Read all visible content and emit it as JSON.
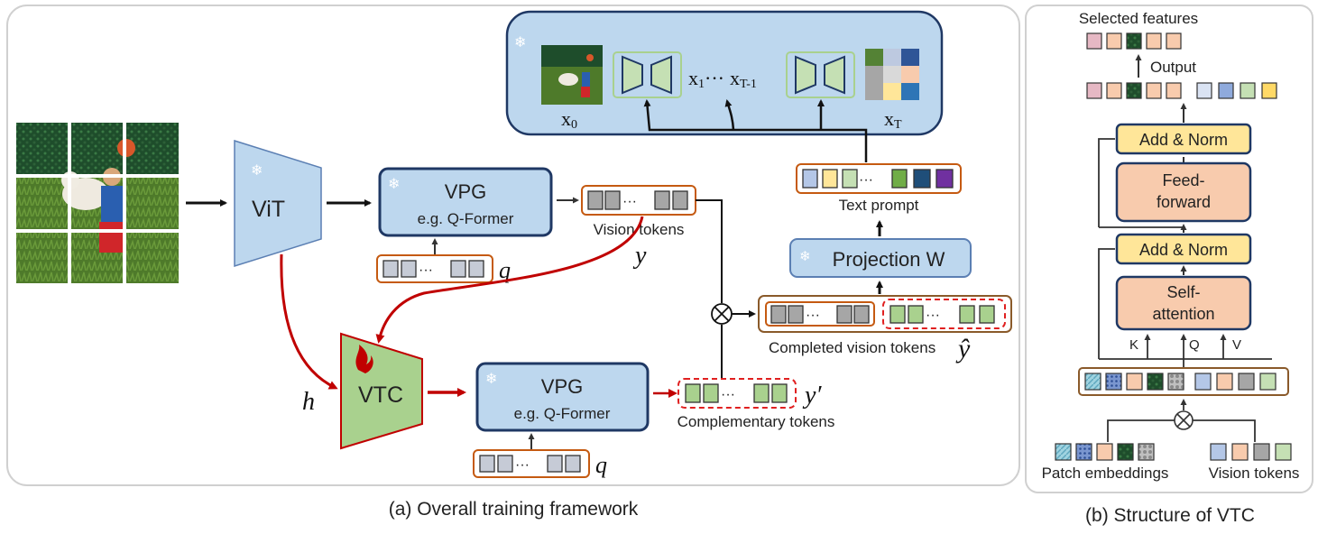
{
  "panel_a": {
    "caption": "(a) Overall training framework",
    "vit_label": "ViT",
    "vtc_label": "VTC",
    "vpg_top": {
      "title": "VPG",
      "subtitle": " e.g. Q-Former "
    },
    "vpg_bottom": {
      "title": "VPG",
      "subtitle": " e.g. Q-Former "
    },
    "query_symbol": "q",
    "h_symbol": "h",
    "vision_tokens_label": "Vision tokens",
    "y_symbol": "y",
    "complementary_label": "Complementary tokens",
    "y_prime_symbol": "y′",
    "completed_label": "Completed vision tokens",
    "y_hat_symbol": "ŷ",
    "projection_label": "Projection W",
    "text_prompt_label": "Text prompt",
    "diffusion": {
      "x0": "x",
      "x0_sub": "0",
      "x1": "x",
      "x1_sub": "1",
      "dots": "···",
      "xT1": "x",
      "xT1_sub": "T-1",
      "xT": "x",
      "xT_sub": "T"
    },
    "ellipsis": "···",
    "concat_symbol": "⊗"
  },
  "panel_b": {
    "caption": "(b) Structure of VTC",
    "selected_label": "Selected features",
    "output_label": "Output",
    "add_norm_top": "Add & Norm",
    "feed_forward": [
      "Feed-",
      "forward"
    ],
    "add_norm_bottom": "Add & Norm",
    "self_attention": [
      "Self-",
      "attention"
    ],
    "k_label": "K",
    "q_label": "Q",
    "v_label": "V",
    "patch_label": "Patch embeddings",
    "vision_tokens_label": "Vision tokens"
  },
  "colors": {
    "blue_box": "#bdd7ee",
    "dark_border": "#1f3864",
    "green": "#a9d18e",
    "red_arrow": "#c00000",
    "orange_border": "#c55a11",
    "yellow": "#ffe699",
    "salmon": "#f8cbad",
    "gray_token": "#a6a6a6",
    "light_blue_token": "#b4c7e7"
  }
}
